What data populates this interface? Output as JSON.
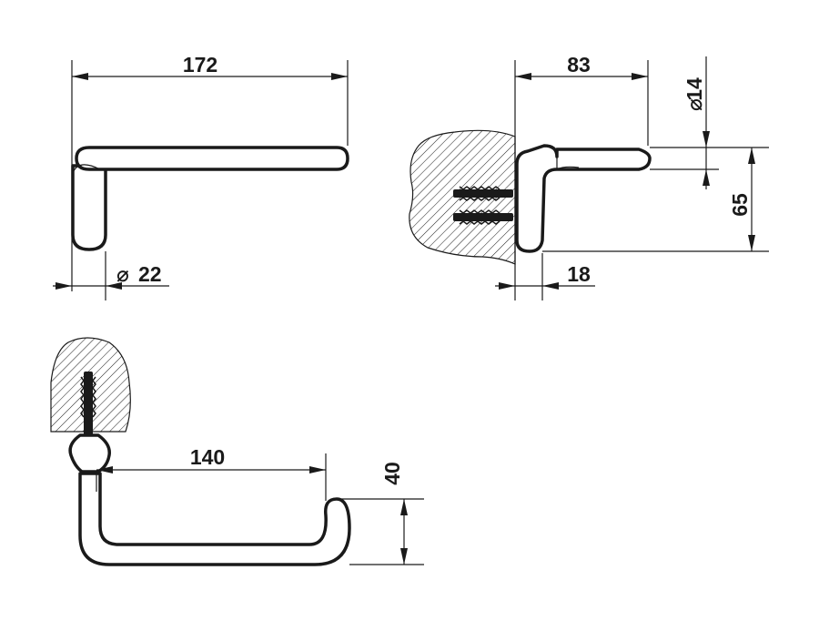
{
  "dimensions": {
    "front_width": "172",
    "front_diameter": "22",
    "side_width": "83",
    "side_diameter": "14",
    "side_height": "65",
    "side_depth": "18",
    "top_width": "140",
    "top_height": "40"
  },
  "symbols": {
    "diameter": "⌀"
  }
}
